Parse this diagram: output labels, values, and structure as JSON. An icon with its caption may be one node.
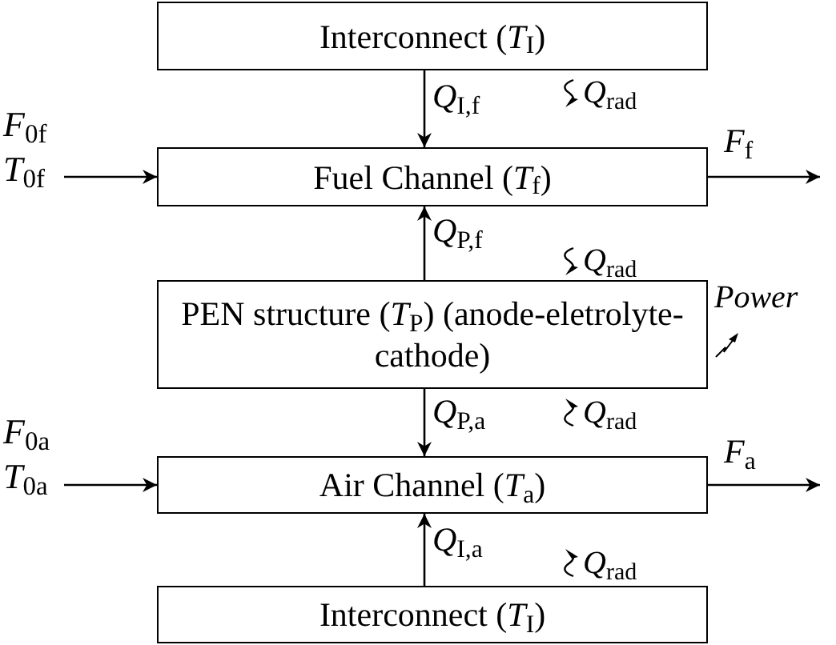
{
  "diagram": {
    "nodes": [
      {
        "text": [
          "Interconnect (*T*$_{I}$)"
        ]
      },
      {
        "text": [
          "*F*$_{0f}$",
          "*T*$_{0f}$"
        ]
      },
      {
        "text": [
          "Fuel Channel (*T*$_{f}$)"
        ]
      },
      {
        "text": [
          "PEN structure (*T*$_{P}$) (anode-eletrolyte-cathode)"
        ]
      },
      {
        "text": [
          "*F*$_{0a}$",
          "*T*$_{0a}$"
        ]
      },
      {
        "text": [
          "Air Channel (*T*$_{a}$)"
        ]
      },
      {
        "text": [
          "Interconnect (*T*$_{I}$)"
        ]
      }
    ],
    "edges": [
      {
        "from": 0,
        "to": 2,
        "arrow": "to",
        "label": "*Q*$_{I,f}$"
      },
      {
        "from": 1,
        "to": 2,
        "arrow": "to"
      },
      {
        "from": 2,
        "to": null,
        "arrow": "to",
        "label": "*F*$_{f}$"
      },
      {
        "from": 3,
        "to": 2,
        "arrow": "to",
        "label": "*Q*$_{P,f}$"
      },
      {
        "from": 3,
        "to": 5,
        "arrow": "to",
        "label": "*Q*$_{P,a}$"
      },
      {
        "from": 4,
        "to": 5,
        "arrow": "to"
      },
      {
        "from": 5,
        "to": null,
        "arrow": "to",
        "label": "*F*$_{a}$"
      },
      {
        "from": 6,
        "to": 5,
        "arrow": "to",
        "label": "*Q*$_{I,a}$"
      }
    ],
    "labels": [
      "*Q*$_{rad}$",
      "*Q*$_{rad}$",
      "*Power*",
      "*Q*$_{rad}$",
      "*Q*$_{rad}$"
    ]
  }
}
